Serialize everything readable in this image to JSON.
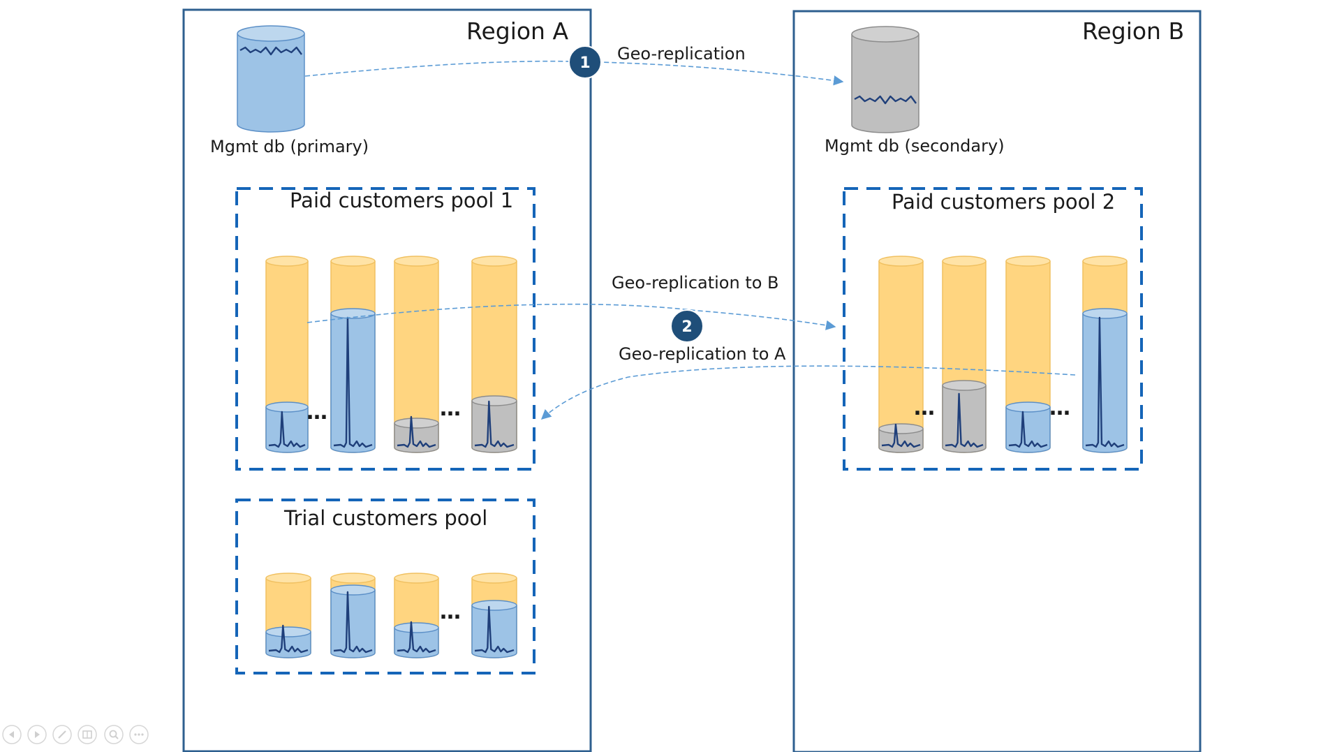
{
  "regions": {
    "a": {
      "label": "Region A"
    },
    "b": {
      "label": "Region B"
    }
  },
  "mgmt": {
    "primary_label": "Mgmt db (primary)",
    "secondary_label": "Mgmt db (secondary)"
  },
  "pools": {
    "paid1": {
      "label": "Paid customers pool 1"
    },
    "paid2": {
      "label": "Paid customers pool 2"
    },
    "trial": {
      "label": "Trial customers pool"
    }
  },
  "replication": {
    "step1": {
      "badge": "1",
      "label": "Geo-replication"
    },
    "step2": {
      "badge": "2",
      "label_to_b": "Geo-replication to B",
      "label_to_a": "Geo-replication to A"
    }
  },
  "ellipsis": "…",
  "colors": {
    "region_border": "#2e5f8f",
    "pool_border": "#1565b8",
    "db_blue": "#9dc3e6",
    "db_blue_top": "#bdd7ee",
    "db_blue_stroke": "#5b8fc7",
    "db_yellow": "#ffd580",
    "db_yellow_top": "#ffe3a6",
    "db_yellow_stroke": "#f0c060",
    "db_gray": "#bfbfbf",
    "db_gray_top": "#d0d0d0",
    "db_gray_stroke": "#8c8c8c",
    "signal": "#1f3f7a",
    "badge_fill": "#1f4e79",
    "arrow": "#5b9bd5"
  },
  "slideshow_controls": [
    {
      "icon": "previous-icon"
    },
    {
      "icon": "next-icon"
    },
    {
      "icon": "pen-icon"
    },
    {
      "icon": "slides-icon"
    },
    {
      "icon": "zoom-icon"
    },
    {
      "icon": "more-icon"
    }
  ]
}
